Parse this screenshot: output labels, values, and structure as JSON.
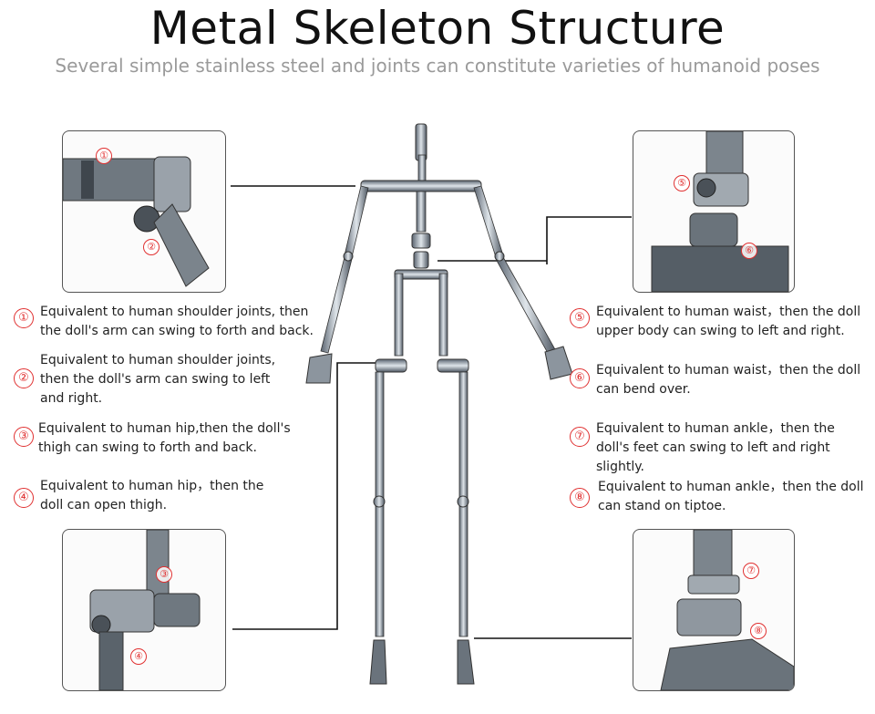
{
  "title": "Metal Skeleton Structure",
  "subtitle": "Several simple stainless steel and joints can constitute varieties of humanoid poses",
  "accent_color": "#e03030",
  "panels": {
    "shoulder": {
      "markers": [
        "①",
        "②"
      ]
    },
    "waist": {
      "markers": [
        "⑤",
        "⑥"
      ]
    },
    "hip": {
      "markers": [
        "③",
        "④"
      ]
    },
    "ankle": {
      "markers": [
        "⑦",
        "⑧"
      ]
    }
  },
  "features": [
    {
      "num": "①",
      "text": "Equivalent to human shoulder joints, then the doll's arm can swing to forth and back."
    },
    {
      "num": "②",
      "text": "Equivalent to human shoulder joints, then the doll's arm can swing to left and right."
    },
    {
      "num": "③",
      "text": "Equivalent to human hip,then the doll's thigh can swing to forth and back."
    },
    {
      "num": "④",
      "text": "Equivalent to human hip，then the doll can open thigh."
    },
    {
      "num": "⑤",
      "text": "Equivalent to human waist，then the doll upper body can swing to left and right."
    },
    {
      "num": "⑥",
      "text": "Equivalent to human waist，then the doll can bend over."
    },
    {
      "num": "⑦",
      "text": "Equivalent to human ankle，then the doll's feet can swing to left and right slightly."
    },
    {
      "num": "⑧",
      "text": "Equivalent to human ankle，then the doll can stand on tiptoe."
    }
  ]
}
